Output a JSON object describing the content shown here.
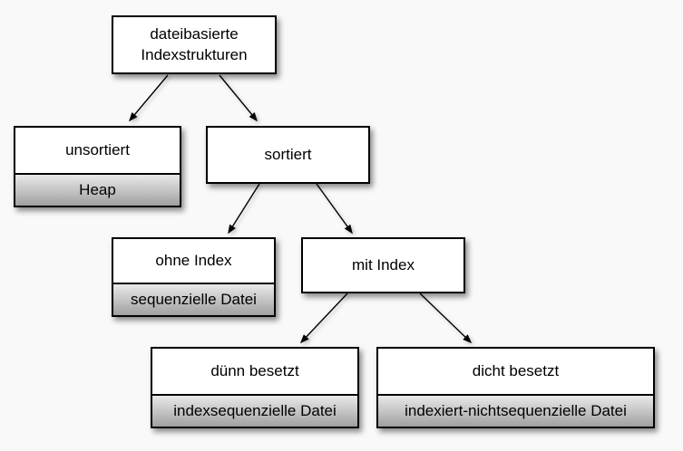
{
  "diagram": {
    "nodes": {
      "root": {
        "label": "dateibasierte Indexstrukturen"
      },
      "unsortiert": {
        "label": "unsortiert",
        "sublabel": "Heap"
      },
      "sortiert": {
        "label": "sortiert"
      },
      "ohne_index": {
        "label": "ohne Index",
        "sublabel": "sequenzielle Datei"
      },
      "mit_index": {
        "label": "mit Index"
      },
      "duenn_besetzt": {
        "label": "dünn besetzt",
        "sublabel": "indexsequenzielle Datei"
      },
      "dicht_besetzt": {
        "label": "dicht besetzt",
        "sublabel": "indexiert-nichtsequenzielle Datei"
      }
    },
    "edges": [
      [
        "root",
        "unsortiert"
      ],
      [
        "root",
        "sortiert"
      ],
      [
        "sortiert",
        "ohne_index"
      ],
      [
        "sortiert",
        "mit_index"
      ],
      [
        "mit_index",
        "duenn_besetzt"
      ],
      [
        "mit_index",
        "dicht_besetzt"
      ]
    ]
  },
  "colors": {
    "background": "#f9f9f9",
    "box_fill": "#ffffff",
    "box_border": "#000000",
    "text": "#000000",
    "sublabel_gradient_top": "#e9e9e9",
    "sublabel_gradient_bottom": "#a0a0a0"
  }
}
